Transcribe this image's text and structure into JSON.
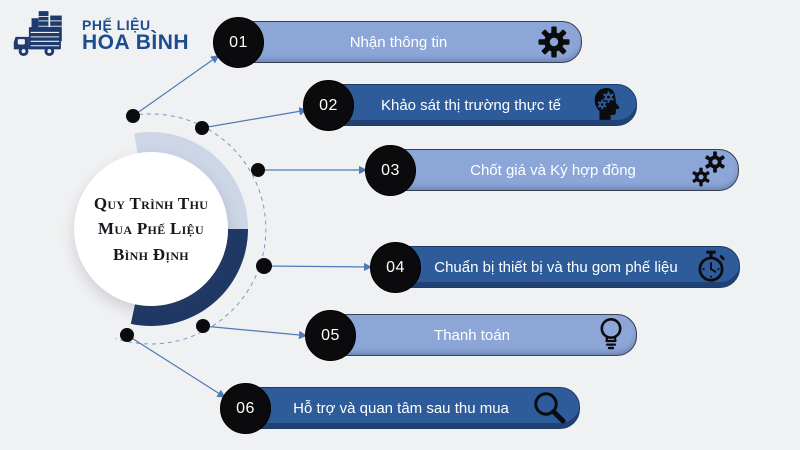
{
  "colors": {
    "background": "#f0f1f2",
    "bar_light": "#8ca6d8",
    "bar_dark": "#2e5c9b",
    "bar_text": "#ffffff",
    "badge_bg": "#0b0b0d",
    "badge_text": "#ffffff",
    "ring_light": "#cdd6e7",
    "ring_dark": "#1f3864",
    "dot": "#0b0b0d",
    "connector": "#4f7ab8",
    "logo_navy": "#1c4c8f",
    "center_text": "#16161f",
    "icon_black": "#0c0c0e"
  },
  "logo": {
    "line1": "PHẾ LIỆU",
    "line2": "HÒA BÌNH"
  },
  "center": {
    "line1": "Quy Trình Thu",
    "line2": "Mua Phế Liệu",
    "line3": "Bình Định"
  },
  "steps": [
    {
      "number": "01",
      "label": "Nhận thông tin",
      "icon": "gear-icon",
      "tone": "light"
    },
    {
      "number": "02",
      "label": "Khảo sát thị trường thực tế",
      "icon": "head-gears-icon",
      "tone": "dark"
    },
    {
      "number": "03",
      "label": "Chốt giá và Ký hợp đồng",
      "icon": "double-gear-icon",
      "tone": "light"
    },
    {
      "number": "04",
      "label": "Chuẩn bị thiết bị và thu gom phế liệu",
      "icon": "stopwatch-icon",
      "tone": "dark"
    },
    {
      "number": "05",
      "label": "Thanh toán",
      "icon": "lightbulb-icon",
      "tone": "light"
    },
    {
      "number": "06",
      "label": "Hỗ trợ và quan tâm sau thu mua",
      "icon": "magnifier-icon",
      "tone": "dark"
    }
  ]
}
